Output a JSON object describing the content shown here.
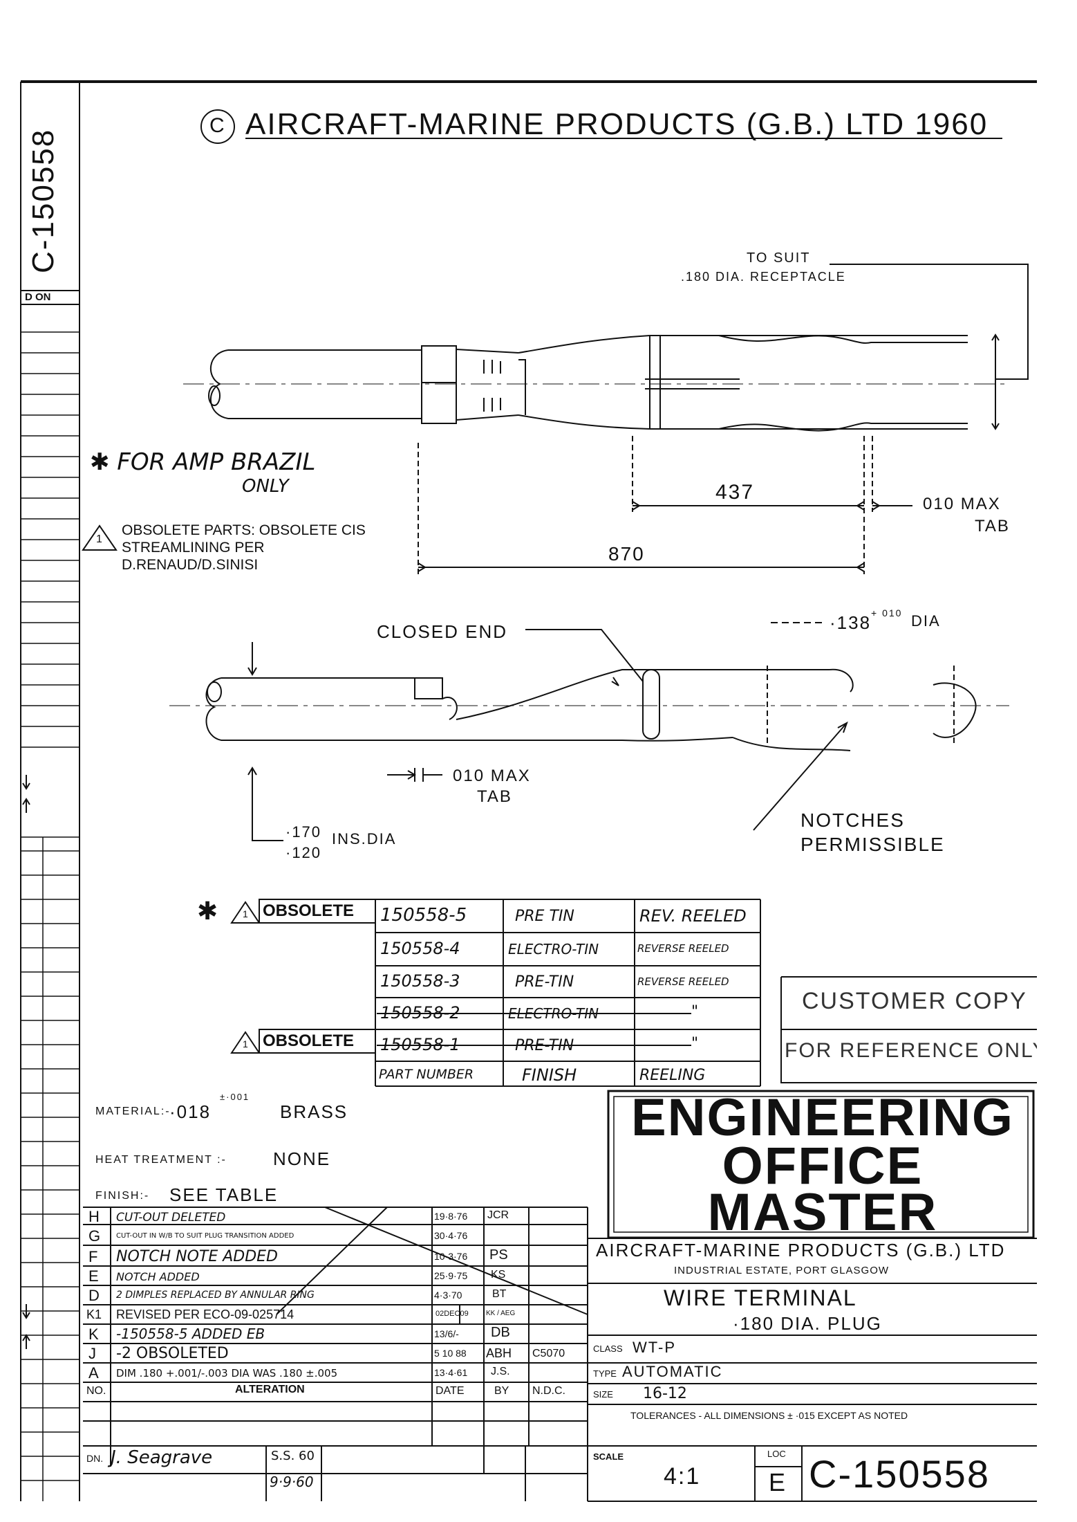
{
  "sheet": {
    "side_number": "C-150558",
    "side_label": "D ON",
    "title": "AIRCRAFT-MARINE PRODUCTS (G.B.) LTD 1960",
    "copyright_symbol": "C"
  },
  "top_view": {
    "to_suit_line1": "TO SUIT",
    "to_suit_line2": ".180 DIA. RECEPTACLE",
    "dim_437": "437",
    "dim_870": "870",
    "dim_tab": "010 MAX",
    "dim_tab2": "TAB"
  },
  "notes": {
    "brazil_line1": "✱ FOR AMP BRAZIL",
    "brazil_line2": "ONLY",
    "obsolete_flag": "1",
    "obsolete_line1": "OBSOLETE PARTS: OBSOLETE CIS",
    "obsolete_line2": "STREAMLINING PER",
    "obsolete_line3": "D.RENAUD/D.SINISI"
  },
  "side_view": {
    "closed_end": "CLOSED END",
    "dia_138": "·138",
    "dia_138_tol": "+ 010",
    "dia_138_unit": "DIA",
    "tab_line1": "010 MAX",
    "tab_line2": "TAB",
    "ins_upper": "·170",
    "ins_lower": "·120",
    "ins_label": "INS.DIA",
    "notches_line1": "NOTCHES",
    "notches_line2": "PERMISSIBLE"
  },
  "parts_table": {
    "star": "✱",
    "obsolete_label": "OBSOLETE",
    "rows": [
      {
        "part": "150558-5",
        "finish": "PRE TIN",
        "reeling": "REV. REELED"
      },
      {
        "part": "150558-4",
        "finish": "ELECTRO-TIN",
        "reeling": "REVERSE REELED"
      },
      {
        "part": "150558-3",
        "finish": "PRE-TIN",
        "reeling": "REVERSE REELED"
      },
      {
        "part": "150558-2",
        "finish": "ELECTRO-TIN",
        "reeling": "\""
      },
      {
        "part": "150558-1",
        "finish": "PRE-TIN",
        "reeling": "\""
      }
    ],
    "header": {
      "part": "PART NUMBER",
      "finish": "FINISH",
      "reeling": "REELING"
    }
  },
  "stamps": {
    "customer_line1": "CUSTOMER COPY",
    "customer_line2": "FOR REFERENCE ONLY",
    "eng_line1": "ENGINEERING",
    "eng_line2": "OFFICE",
    "eng_line3": "MASTER"
  },
  "spec": {
    "material_label": "MATERIAL:-",
    "material_value": "·018",
    "material_tol": "±·001",
    "material_name": "BRASS",
    "heat_label": "HEAT TREATMENT :-",
    "heat_value": "NONE",
    "finish_label": "FINISH:-",
    "finish_value": "SEE TABLE"
  },
  "alterations": [
    {
      "rev": "H",
      "text": "CUT-OUT DELETED",
      "date": "19·8·76",
      "by": "JCR",
      "ndc": ""
    },
    {
      "rev": "G",
      "text": "CUT-OUT IN W/B TO SUIT PLUG TRANSITION ADDED",
      "date": "30·4·76",
      "by": "",
      "ndc": ""
    },
    {
      "rev": "F",
      "text": "NOTCH NOTE ADDED",
      "date": "10·3·76",
      "by": "PS",
      "ndc": ""
    },
    {
      "rev": "E",
      "text": "NOTCH ADDED",
      "date": "25·9·75",
      "by": "KS",
      "ndc": ""
    },
    {
      "rev": "D",
      "text": "2 DIMPLES REPLACED BY ANNULAR RING",
      "date": "4·3·70",
      "by": "BT",
      "ndc": ""
    },
    {
      "rev": "K1",
      "text": "REVISED PER ECO-09-025714",
      "date": "02DEC09",
      "by": "KK / AEG",
      "ndc": ""
    },
    {
      "rev": "K",
      "text": "-150558-5 ADDED EB",
      "date": "13/6/-",
      "by": "DB",
      "ndc": ""
    },
    {
      "rev": "J",
      "text": "-2 OBSOLETED",
      "date": "5 10 88",
      "by": "ABH",
      "ndc": "C5070"
    },
    {
      "rev": "A",
      "text": "DIM .180 +.001/-.003 DIA WAS .180 ±.005",
      "date": "13·4·61",
      "by": "J.S.",
      "ndc": ""
    }
  ],
  "alteration_footer": {
    "no": "NO.",
    "alteration": "ALTERATION",
    "date": "DATE",
    "by": "BY",
    "ndc": "N.D.C."
  },
  "title_block": {
    "company": "AIRCRAFT-MARINE PRODUCTS (G.B.) LTD",
    "address": "INDUSTRIAL ESTATE, PORT GLASGOW",
    "name1": "WIRE TERMINAL",
    "name2": "·180 DIA. PLUG",
    "class_label": "CLASS",
    "class_value": "WT-P",
    "type_label": "TYPE",
    "type_value": "AUTOMATIC",
    "size_label": "SIZE",
    "size_value": "16-12",
    "tolerances": "TOLERANCES - ALL DIMENSIONS ± ·015 EXCEPT AS NOTED",
    "scale_label": "SCALE",
    "scale_value": "4:1",
    "loc_label": "LOC",
    "loc_value": "E",
    "drawing_no": "C-150558",
    "dn_label": "DN.",
    "dn_value": "J. Seagrave",
    "ss_value": "S.S. 60",
    "date_value": "9·9·60"
  },
  "colors": {
    "ink": "#111111",
    "paper": "#ffffff"
  }
}
